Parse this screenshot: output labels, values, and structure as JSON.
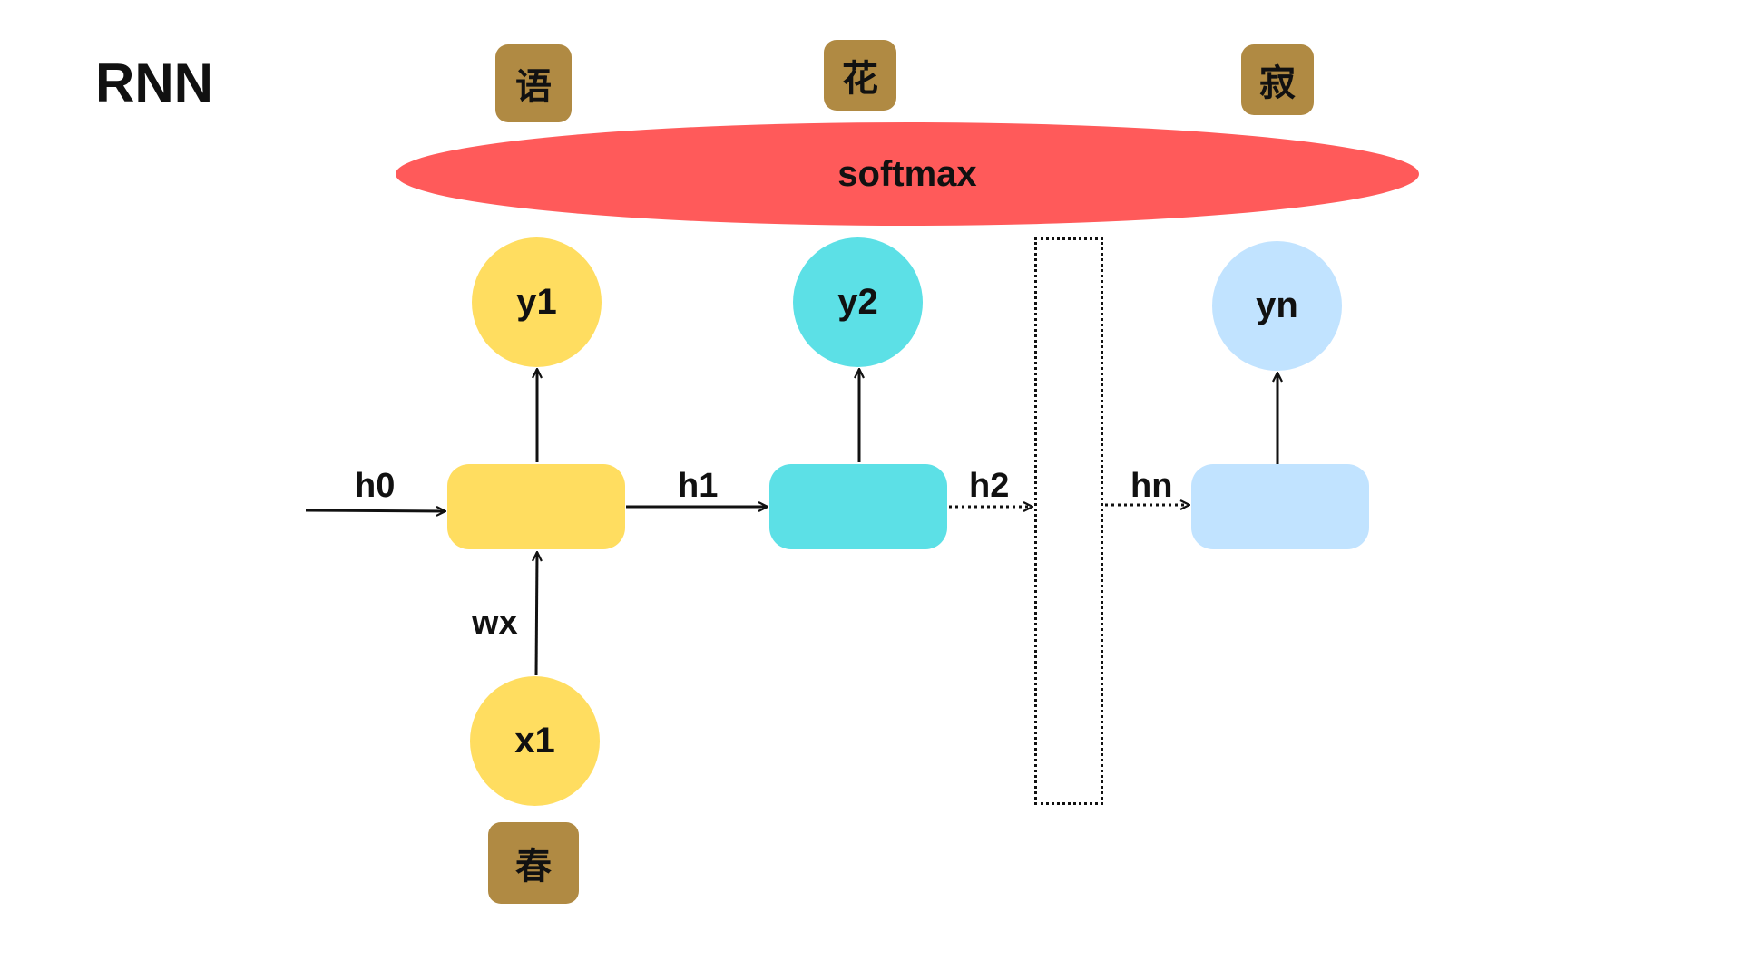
{
  "title": "RNN",
  "softmax": {
    "label": "softmax",
    "color": "#ff5a5a"
  },
  "output_chars": [
    "语",
    "花",
    "寂"
  ],
  "input_char": "春",
  "char_box_color": "#b08a43",
  "nodes": {
    "y1": {
      "label": "y1",
      "color": "#ffdd60"
    },
    "y2": {
      "label": "y2",
      "color": "#5ce0e6"
    },
    "yn": {
      "label": "yn",
      "color": "#c1e3ff"
    },
    "x1": {
      "label": "x1",
      "color": "#ffdd60"
    }
  },
  "cells": [
    {
      "id": "cell-1",
      "color": "#ffdd60"
    },
    {
      "id": "cell-2",
      "color": "#5ce0e6"
    },
    {
      "id": "cell-n",
      "color": "#c1e3ff"
    }
  ],
  "edge_labels": {
    "h0": "h0",
    "h1": "h1",
    "h2": "h2",
    "hn": "hn",
    "wx": "wx"
  }
}
